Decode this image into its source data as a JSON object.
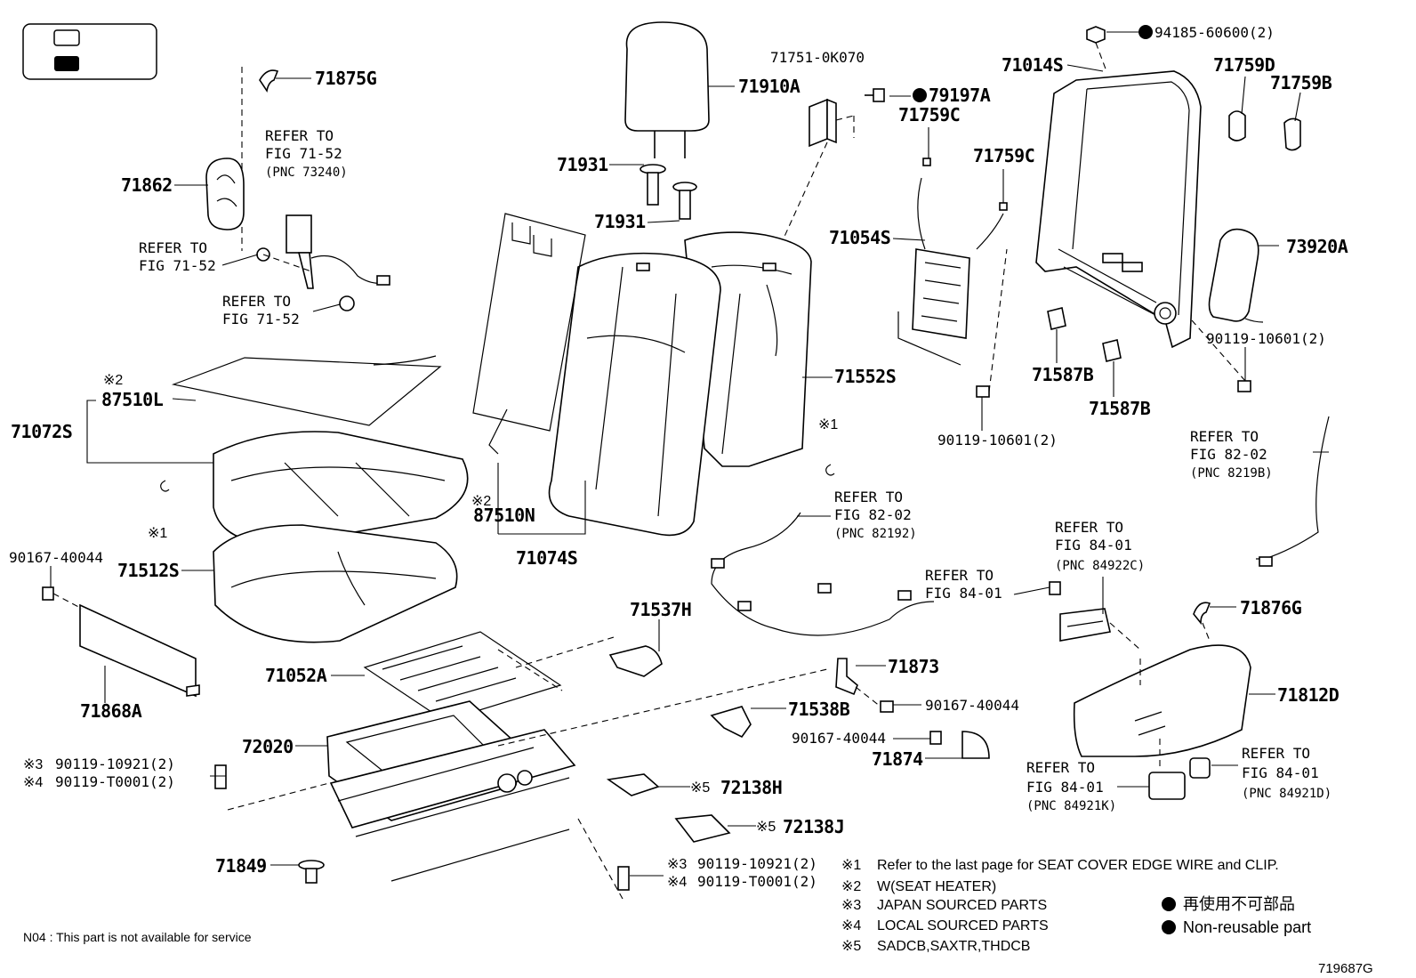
{
  "labels": {
    "l71875G": "71875G",
    "l71862": "71862",
    "l71910A": "71910A",
    "l71751": "71751-0K070",
    "l79197A": "79197A",
    "l94185": "94185-60600(2)",
    "l71014S": "71014S",
    "l71759D": "71759D",
    "l71759B": "71759B",
    "l71759C_a": "71759C",
    "l71759C_b": "71759C",
    "l71931_a": "71931",
    "l71931_b": "71931",
    "l71054S": "71054S",
    "l73920A": "73920A",
    "l90119_10601_a": "90119-10601(2)",
    "l90119_10601_b": "90119-10601(2)",
    "l71587B_a": "71587B",
    "l71587B_b": "71587B",
    "l71552S": "71552S",
    "l87510L": "87510L",
    "l71072S": "71072S",
    "l87510N": "87510N",
    "l71074S": "71074S",
    "l71512S": "71512S",
    "l90167_a": "90167-40044",
    "l90167_b": "90167-40044",
    "l90167_c": "90167-40044",
    "l71868A": "71868A",
    "l71537H": "71537H",
    "l71052A": "71052A",
    "l72020": "72020",
    "l71873": "71873",
    "l71538B": "71538B",
    "l71874": "71874",
    "l72138H": "72138H",
    "l72138J": "72138J",
    "l71849": "71849",
    "l71876G": "71876G",
    "l71812D": "71812D",
    "l90119_10921_a": "90119-10921(2)",
    "l90119_T0001_a": "90119-T0001(2)",
    "l90119_10921_b": "90119-10921(2)",
    "l90119_T0001_b": "90119-T0001(2)"
  },
  "marks": {
    "m1": "※1",
    "m2": "※2",
    "m3": "※3",
    "m4": "※4",
    "m5": "※5"
  },
  "refs": {
    "refer_to": "REFER TO",
    "fig_71_52": "FIG 71-52",
    "fig_82_02": "FIG 82-02",
    "fig_84_01": "FIG 84-01",
    "pnc_73240": "(PNC 73240)",
    "pnc_8219B": "(PNC 8219B)",
    "pnc_82192": "(PNC 82192)",
    "pnc_84922C": "(PNC 84922C)",
    "pnc_84921K": "(PNC 84921K)",
    "pnc_84921D": "(PNC 84921D)"
  },
  "notes": {
    "n1": "Refer to the last page for SEAT COVER EDGE WIRE and CLIP.",
    "n2": "W(SEAT HEATER)",
    "n3": "JAPAN SOURCED PARTS",
    "n4": "LOCAL SOURCED PARTS",
    "n5": "SADCB,SAXTR,THDCB",
    "legend_jp": "再使用不可部品",
    "legend_en": "Non-reusable part",
    "footer": "N04 : This part is not available for service",
    "fig_code": "719687G"
  }
}
